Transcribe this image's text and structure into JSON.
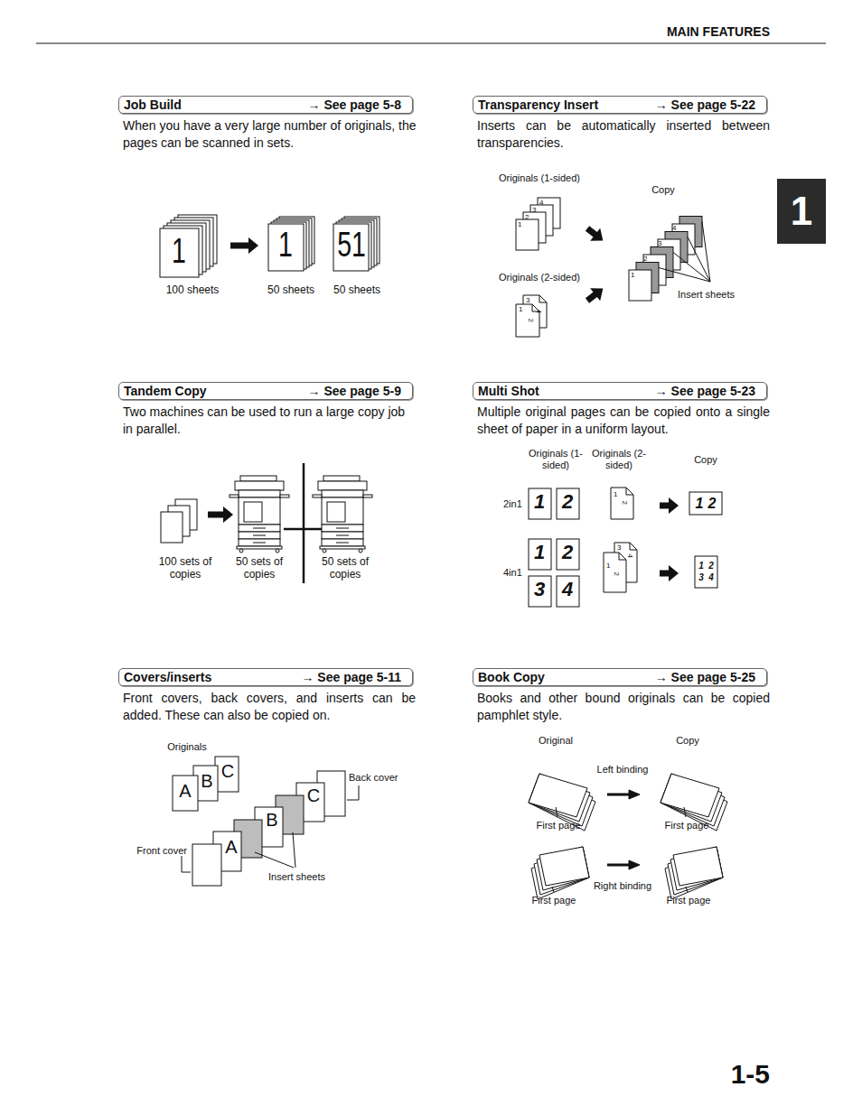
{
  "diagram": {
    "nodes": [
      {
        "text": [
          "Job Build",
          "→ See page 5-8"
        ]
      },
      {
        "text": [
          "Transparency Insert",
          "→ See page 5-22"
        ]
      },
      {
        "text": [
          "Tandem Copy",
          "→ See page 5-9"
        ]
      },
      {
        "text": [
          "Multi Shot",
          "→ See page 5-23"
        ]
      },
      {
        "text": [
          "Covers/inserts",
          "→ See page 5-11"
        ]
      },
      {
        "text": [
          "Book Copy",
          "→ See page 5-25"
        ]
      },
      {
        "text": [
          "1"
        ]
      }
    ],
    "labels": [
      "MAIN FEATURES",
      "When you have a very large number of originals, the pages can be scanned in sets.",
      "1",
      "1",
      "51",
      "100 sheets",
      "50 sheets",
      "50 sheets",
      "Inserts can be automatically inserted between transparencies.",
      "Originals (1-sided)",
      "Copy",
      "4",
      "3",
      "2",
      "1",
      "Originals (2-sided)",
      "3",
      "4",
      "1",
      "2",
      "4",
      "3",
      "2",
      "1",
      "Insert sheets",
      "Two machines can be used to run a large copy job in parallel.",
      "100 sets of copies",
      "50 sets of copies",
      "50 sets of copies",
      "Multiple original pages can be copied onto a single sheet of paper in a uniform layout.",
      "Originals (1-sided)",
      "Originals (2-sided)",
      "Copy",
      "2in1",
      "1",
      "2",
      "1",
      "2",
      "1",
      "2",
      "4in1",
      "1",
      "2",
      "3",
      "4",
      "1",
      "2",
      "3",
      "4",
      "1",
      "2",
      "3",
      "4",
      "Front covers, back covers, and inserts can be added. These can also be copied on.",
      "Originals",
      "A",
      "B",
      "C",
      "Back cover",
      "A",
      "B",
      "C",
      "Front cover",
      "Insert sheets",
      "Books and other bound originals can be copied pamphlet style.",
      "Original",
      "Copy",
      "Left binding",
      "First page",
      "First page",
      "Right binding",
      "First page",
      "First page",
      "1-5"
    ]
  }
}
